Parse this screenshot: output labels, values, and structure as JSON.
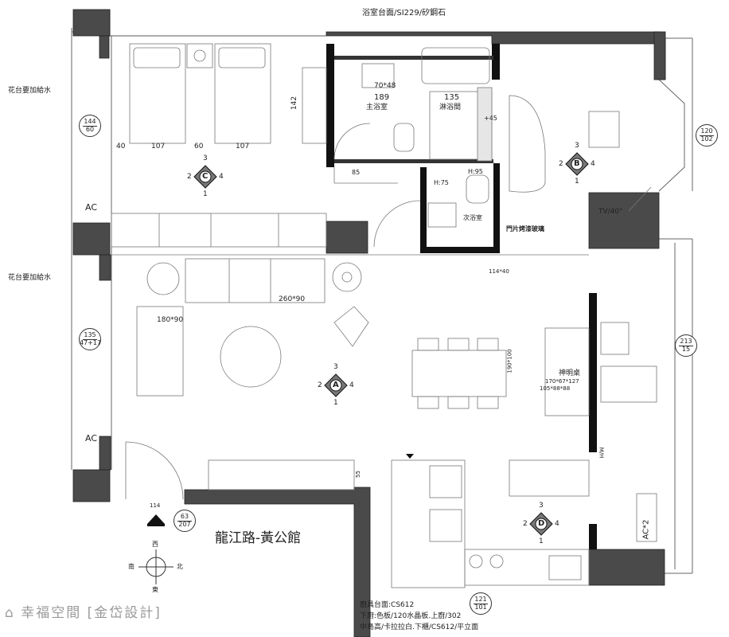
{
  "top_note": "浴室台面/SI229/矽鋼石",
  "left_notes": [
    "花台要加給水",
    "花台要加給水"
  ],
  "bedroom_dims": [
    "40",
    "107",
    "60",
    "107"
  ],
  "bedroom_depth": "142",
  "bathroom": {
    "main_label": "主浴室",
    "main_width": "189",
    "shower_label": "淋浴間",
    "shower_width": "135",
    "plus45": "+45",
    "door_width": "85",
    "sink_label": "70*48"
  },
  "small_bath": {
    "label": "次浴室",
    "h75": "H:75",
    "h95": "H:95",
    "door_note": "門片烤漆玻璃",
    "cabinet": "114*40"
  },
  "living": {
    "sofa_main": "260*90",
    "sofa_side": "180*90",
    "table": "190*100"
  },
  "altar": {
    "label": "神明桌",
    "dim1": "170*67*127",
    "dim2": "105*88*88"
  },
  "tv": "TV/40\"",
  "ac_labels": [
    "AC",
    "AC",
    "AC*2"
  ],
  "mh": "M/H",
  "entry_width": "114",
  "counter_depth": "55",
  "window_badges": [
    {
      "top": "144",
      "bottom": "60"
    },
    {
      "top": "135",
      "bottom": "47+17"
    },
    {
      "top": "120",
      "bottom": "102"
    },
    {
      "top": "213",
      "bottom": "15"
    },
    {
      "top": "63",
      "bottom": "207"
    },
    {
      "top": "121",
      "bottom": "101"
    }
  ],
  "view_markers": [
    {
      "letter": "C",
      "n": "3",
      "w": "2",
      "e": "4",
      "s": "1"
    },
    {
      "letter": "B",
      "n": "3",
      "w": "2",
      "e": "4",
      "s": "1"
    },
    {
      "letter": "A",
      "n": "3",
      "w": "2",
      "e": "4",
      "s": "1"
    },
    {
      "letter": "D",
      "n": "3",
      "w": "2",
      "e": "4",
      "s": "1"
    }
  ],
  "project_title": "龍江路-黃公館",
  "compass": {
    "north": "西",
    "south": "東",
    "west": "南",
    "east": "北"
  },
  "kitchen_notes": [
    "廚具台面:CS612",
    "下廚:色板/120水晶板.上廚/302",
    "中島高/卡拉拉白.下櫃/CS612/平立面"
  ],
  "watermark": "幸福空間 [金岱設計]",
  "colors": {
    "wall": "#4a4a4a",
    "line": "#555555"
  }
}
